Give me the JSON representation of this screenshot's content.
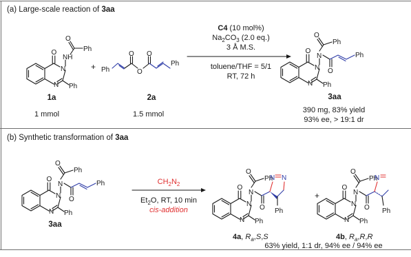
{
  "panel_a": {
    "heading_prefix": "(a) Large-scale reaction of ",
    "heading_compound": "3aa",
    "reactant1_label": "1a",
    "reactant2_label": "2a",
    "reactant1_amount": "1 mmol",
    "reactant2_amount": "1.5 mmol",
    "plus": "+",
    "conditions": {
      "catalyst": "C4",
      "catalyst_loading": " (10 mol%)",
      "base": "Na2CO3 (2.0 eq.)",
      "additive": "3 Å M.S.",
      "solvent": "toluene/THF = 5/1",
      "temp_time": "RT, 72 h"
    },
    "product_label": "3aa",
    "result_mass_yield": "390 mg, 83% yield",
    "result_selectivity": "93% ee, > 19:1 dr"
  },
  "panel_b": {
    "heading_prefix": "(b) Synthetic transformation of ",
    "heading_compound": "3aa",
    "start_label": "3aa",
    "conditions": {
      "reagent": "CH2N2",
      "solvent_temp_time": "Et2O, RT, 10 min",
      "note": "cis-addition"
    },
    "plus": "+",
    "product1_label": "4a",
    "product1_config": "Ra,S,S",
    "product2_label": "4b",
    "product2_config": "Ra,R,R",
    "summary": "63% yield, 1:1 dr, 94% ee / 94% ee"
  },
  "atoms": {
    "ph": "Ph",
    "o": "O",
    "n": "N",
    "nh": "NH",
    "h": "H"
  },
  "colors": {
    "frame": "#6f6f6f",
    "highlight_red": "#e03030",
    "bond_blue": "#2f3da8",
    "text": "#1a1a1a"
  }
}
